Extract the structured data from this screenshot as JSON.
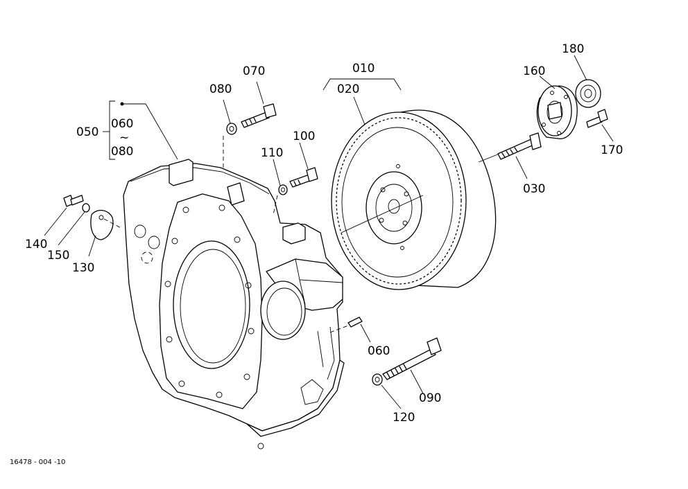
{
  "labels": {
    "p010": "010",
    "p020": "020",
    "p030": "030",
    "p050": "050",
    "p060_group": "060",
    "p080_group": "080",
    "group_tilde": "~",
    "p060": "060",
    "p070": "070",
    "p080": "080",
    "p090": "090",
    "p100": "100",
    "p110": "110",
    "p120": "120",
    "p130": "130",
    "p140": "140",
    "p150": "150",
    "p160": "160",
    "p170": "170",
    "p180": "180"
  },
  "caption": "16478 - 004 -10",
  "colors": {
    "ink": "#000000",
    "paper": "#ffffff"
  }
}
